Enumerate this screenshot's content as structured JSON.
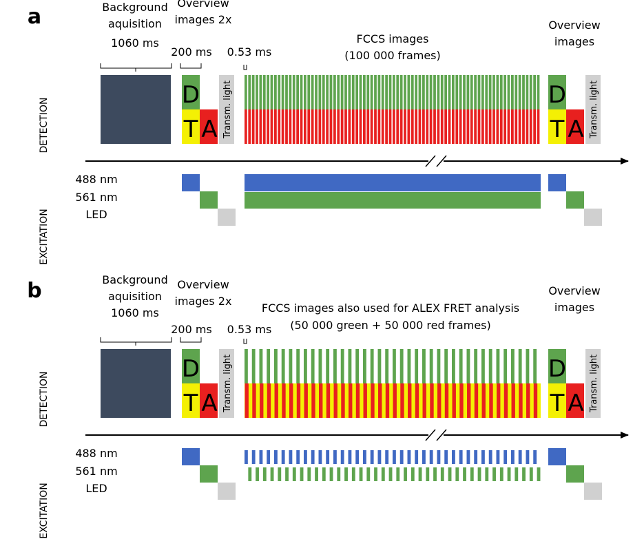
{
  "colors": {
    "background_block": "#3d4a5e",
    "green": "#5ea44e",
    "red": "#e8201f",
    "yellow": "#f4f004",
    "blue": "#4069c3",
    "led_gray": "#d0d0d0"
  },
  "panels": [
    {
      "id": "a",
      "letter": "a",
      "background_label": [
        "Background",
        "aquisition"
      ],
      "background_time": "1060 ms",
      "overview_label": [
        "Overview",
        "images 2x"
      ],
      "overview_time": "200 ms",
      "frame_time": "0.53 ms",
      "fccs_label": [
        "FCCS images",
        "(100 000 frames)"
      ],
      "overview_end_label": [
        "Overview",
        "images"
      ],
      "detection_label": "DETECTION",
      "excitation_label": "EXCITATION",
      "channel_d": "D",
      "channel_t": "T",
      "channel_a": "A",
      "transm_label": "Transm. light",
      "wavelength_488": "488 nm",
      "wavelength_561": "561 nm",
      "led_label": "LED",
      "alternating": false
    },
    {
      "id": "b",
      "letter": "b",
      "background_label": [
        "Background",
        "aquisition"
      ],
      "background_time": "1060 ms",
      "overview_label": [
        "Overview",
        "images 2x"
      ],
      "overview_time": "200 ms",
      "frame_time": "0.53 ms",
      "fccs_label": [
        "FCCS images also used for ALEX FRET analysis",
        "(50 000 green + 50 000 red frames)"
      ],
      "overview_end_label": [
        "Overview",
        "images"
      ],
      "detection_label": "DETECTION",
      "excitation_label": "EXCITATION",
      "channel_d": "D",
      "channel_t": "T",
      "channel_a": "A",
      "transm_label": "Transm. light",
      "wavelength_488": "488 nm",
      "wavelength_561": "561 nm",
      "led_label": "LED",
      "alternating": true
    }
  ]
}
